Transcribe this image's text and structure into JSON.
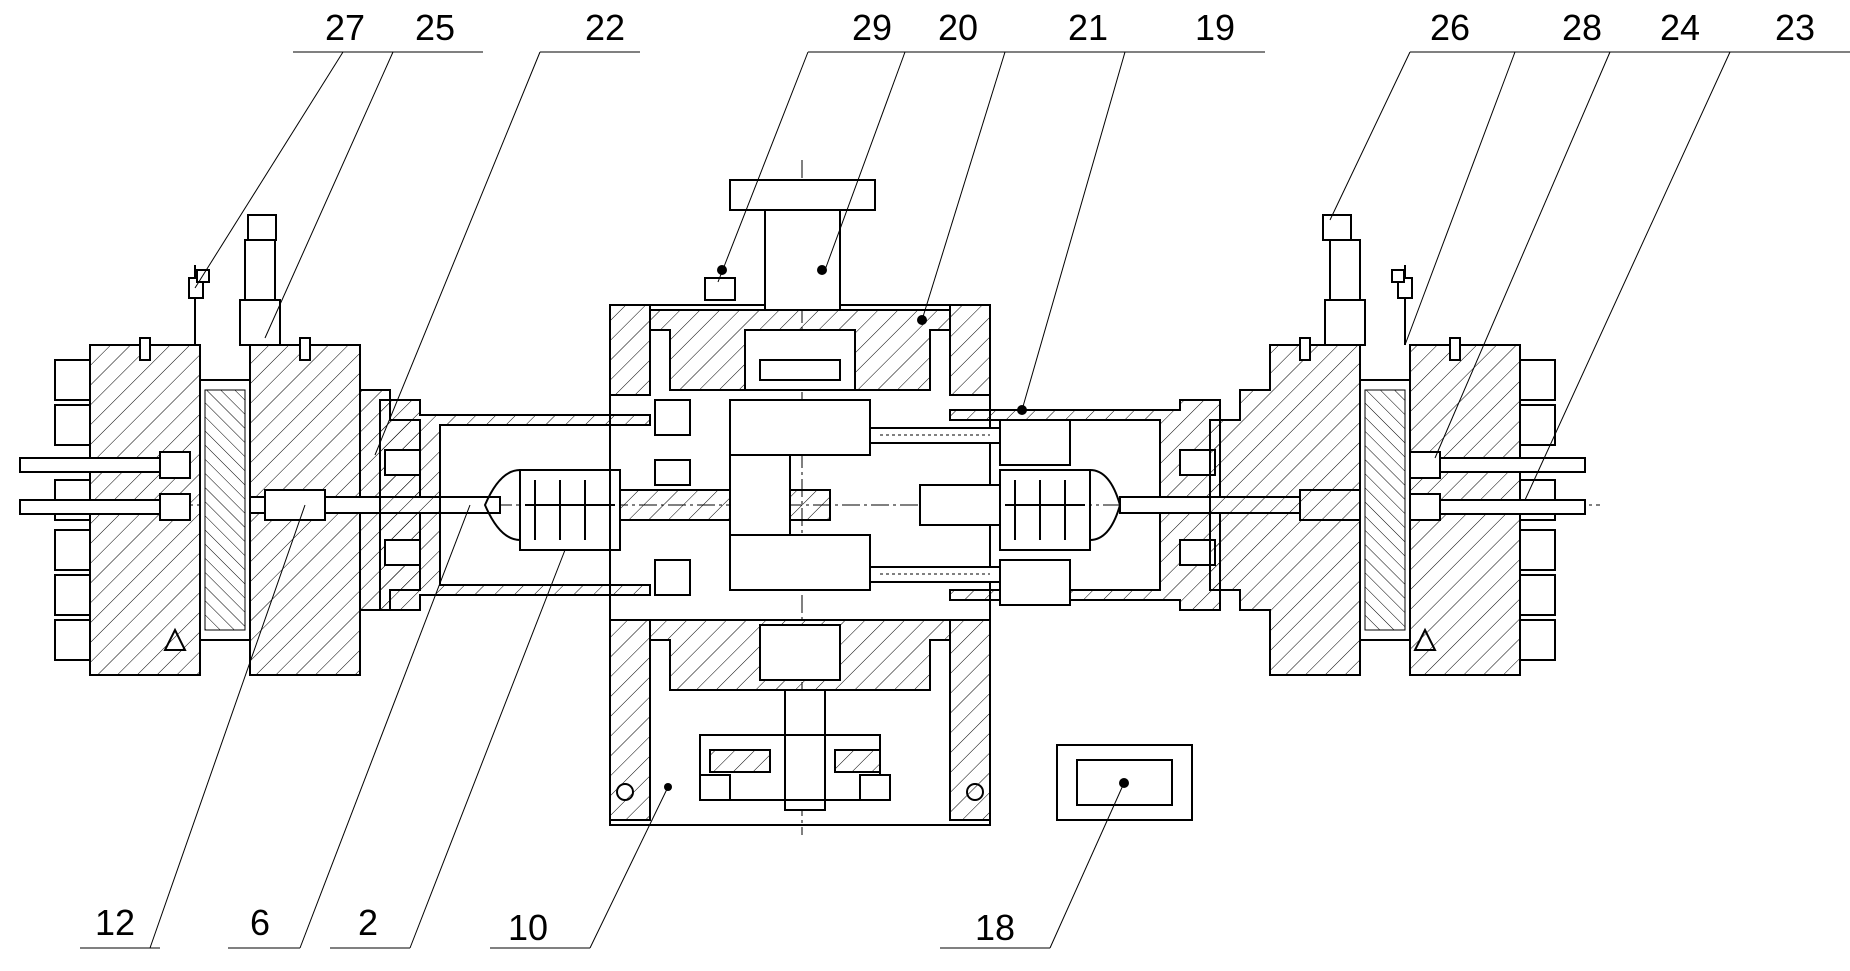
{
  "callouts": {
    "top": [
      "27",
      "25",
      "22",
      "29",
      "20",
      "21",
      "19",
      "26",
      "28",
      "24",
      "23"
    ],
    "bottom": [
      "12",
      "6",
      "2",
      "10",
      "18"
    ]
  }
}
